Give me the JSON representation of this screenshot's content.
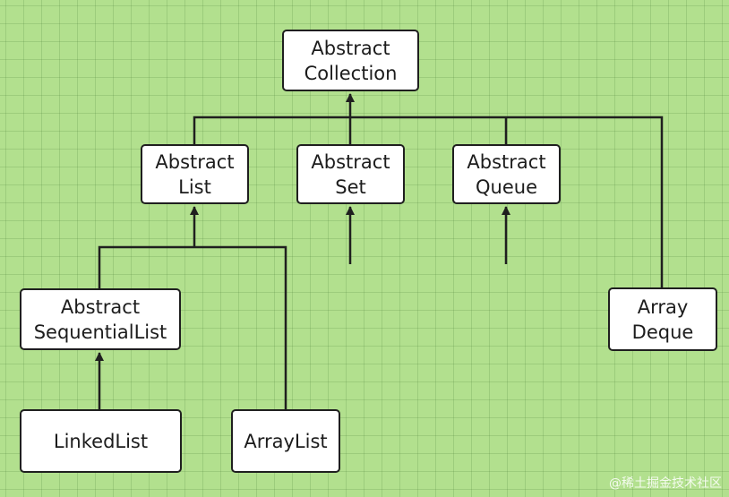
{
  "nodes": {
    "abstract_collection": "Abstract\nCollection",
    "abstract_list": "Abstract\nList",
    "abstract_set": "Abstract\nSet",
    "abstract_queue": "Abstract\nQueue",
    "abstract_sequential_list": "Abstract\nSequentialList",
    "array_deque": "Array\nDeque",
    "linked_list": "LinkedList",
    "array_list": "ArrayList"
  },
  "watermark": "@稀土掘金技术社区",
  "colors": {
    "background": "#b2e08e",
    "node_fill": "#ffffff",
    "stroke": "#1f1f1f"
  }
}
